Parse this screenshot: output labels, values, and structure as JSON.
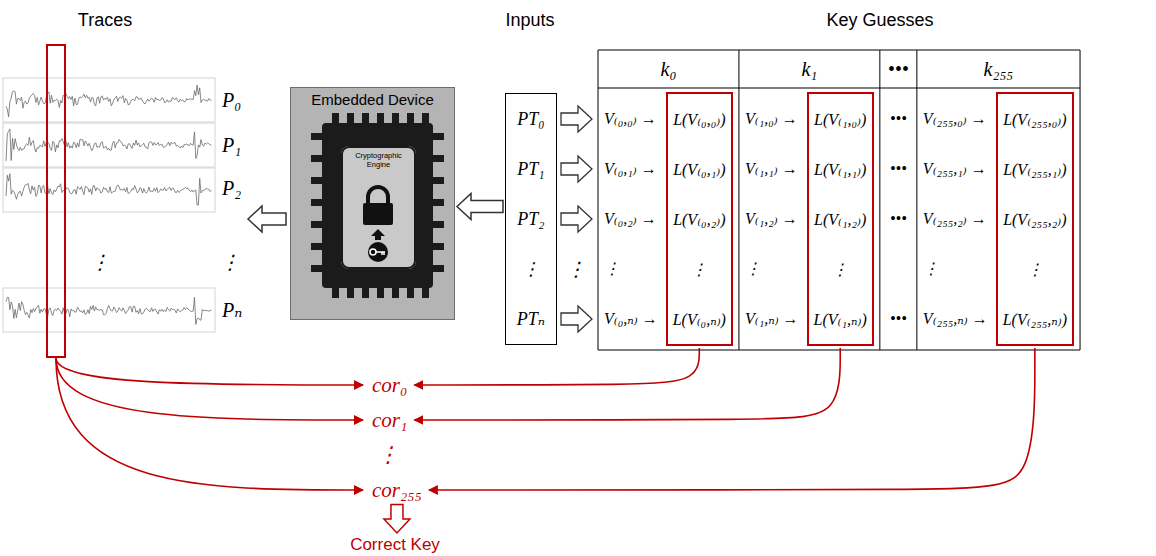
{
  "diagram": {
    "nodes": [
      {
        "text": [
          "Embedded Device"
        ]
      },
      {
        "text": [
          "Cryptographic Engine"
        ],
        "in": 0
      },
      {
        "text": [
          "PT₀",
          "PT₁",
          "PT₂",
          "⋮",
          "PTₙ"
        ]
      },
      {
        "text": [
          "L(V₍₀,₀₎)",
          "L(V₍₀,₁₎)",
          "L(V₍₀,₂₎)",
          "⋮",
          "L(V₍₀,ₙ₎)"
        ]
      },
      {
        "text": [
          "L(V₍₁,₀₎)",
          "L(V₍₁,₁₎)",
          "L(V₍₁,₂₎)",
          "⋮",
          "L(V₍₁,ₙ₎)"
        ]
      },
      {
        "text": [
          "L(V₍₂₅₅,₀₎)",
          "L(V₍₂₅₅,₁₎)",
          "L(V₍₂₅₅,₂₎)",
          "⋮",
          "L(V₍₂₅₅,ₙ₎)"
        ]
      },
      {
        "text": [
          "cor₀"
        ]
      },
      {
        "text": [
          "cor₁"
        ]
      },
      {
        "text": [
          "cor₂₅₅"
        ]
      },
      {
        "text": [
          "Correct Key"
        ]
      }
    ],
    "edges": [
      {
        "from": 2,
        "to": 0,
        "arrow": "to"
      },
      {
        "from": 3,
        "to": 6,
        "arrow": "to"
      },
      {
        "from": 4,
        "to": 7,
        "arrow": "to"
      },
      {
        "from": 5,
        "to": 8,
        "arrow": "to"
      },
      {
        "from": 8,
        "to": 9,
        "arrow": "to"
      }
    ],
    "labels": [
      "Traces",
      "Inputs",
      "Key Guesses",
      "P₀",
      "P₁",
      "P₂",
      "⋮",
      "⋮",
      "Pₙ",
      "⋮",
      "k₀",
      "k₁",
      "•••",
      "k₂₅₅",
      "V₍₀,₀₎ →",
      "V₍₀,₁₎ →",
      "V₍₀,₂₎ →",
      "⋮",
      "V₍₀,ₙ₎ →",
      "V₍₁,₀₎ →",
      "V₍₁,₁₎ →",
      "V₍₁,₂₎ →",
      "⋮",
      "V₍₁,ₙ₎ →",
      "•••",
      "•••",
      "•••",
      "•••",
      "V₍₂₅₅,₀₎ →",
      "V₍₂₅₅,₁₎ →",
      "V₍₂₅₅,₂₎ →",
      "⋮",
      "V₍₂₅₅,ₙ₎ →",
      "⋮"
    ]
  }
}
